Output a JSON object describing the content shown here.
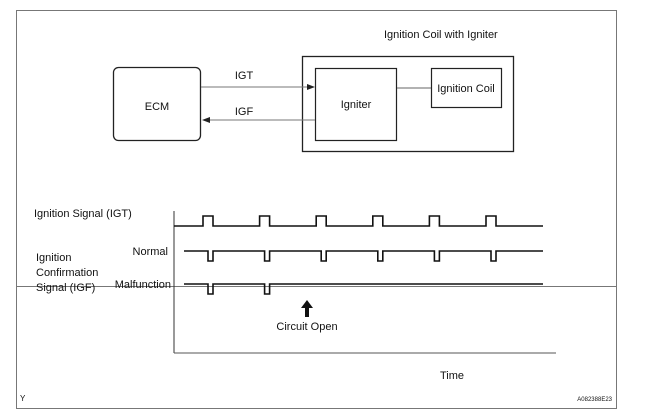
{
  "block_diagram": {
    "assembly_label": "Ignition Coil with Igniter",
    "ecm_label": "ECM",
    "igniter_label": "Igniter",
    "coil_label": "Ignition Coil",
    "igt_label": "IGT",
    "igf_label": "IGF"
  },
  "timing": {
    "igt_label": "Ignition Signal (IGT)",
    "igf_label_lines": [
      "Ignition",
      "Confirmation",
      "Signal (IGF)"
    ],
    "normal_label": "Normal",
    "malfunction_label": "Malfunction",
    "annotation": "Circuit Open",
    "x_label": "Time",
    "pulse_count": 6,
    "malfunction_pulse_count": 2
  },
  "footer": {
    "left_mark": "Y",
    "figure_code": "A082388E23"
  }
}
